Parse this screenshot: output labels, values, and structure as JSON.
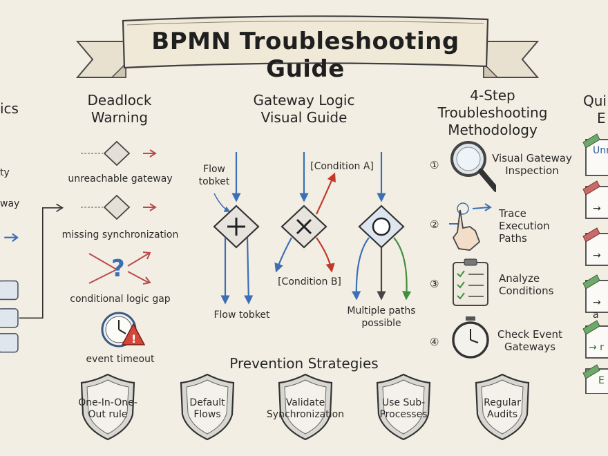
{
  "title": "BPMN Troubleshooting Guide",
  "left_section": {
    "heading_fragment": "ics",
    "fragments": [
      "ty",
      "way"
    ]
  },
  "deadlock": {
    "heading": [
      "Deadlock",
      "Warning"
    ],
    "items": [
      {
        "label": "unreachable gateway",
        "icon": "diamond-gateway-icon"
      },
      {
        "label": "missing synchronization",
        "icon": "diamond-gateway-icon"
      },
      {
        "label": "conditional logic gap",
        "icon": "question-mark-icon"
      },
      {
        "label": "event timeout",
        "icon": "clock-warning-icon"
      }
    ]
  },
  "gateway_guide": {
    "heading": [
      "Gateway Logic",
      "Visual Guide"
    ],
    "parallel": {
      "top_label": [
        "Flow",
        "tobket"
      ],
      "bottom_label": "Flow tobket",
      "symbol": "+"
    },
    "exclusive": {
      "condition_a": "[Condition A]",
      "condition_b": "[Condition B]",
      "symbol": "×"
    },
    "inclusive": {
      "bottom_label": [
        "Multiple paths",
        "possible"
      ]
    },
    "colors": {
      "blue": "#3b6fb6",
      "red": "#c0392b",
      "green": "#3f8f3f"
    }
  },
  "methodology": {
    "heading": [
      "4-Step",
      "Troubleshooting",
      "Methodology"
    ],
    "steps": [
      {
        "num": "①",
        "label": [
          "Visual Gateway",
          "Inspection"
        ],
        "icon": "magnifier-icon"
      },
      {
        "num": "②",
        "label": [
          "Trace",
          "Execution",
          "Paths"
        ],
        "icon": "pointing-hand-icon"
      },
      {
        "num": "③",
        "label": [
          "Analyze",
          "Conditions"
        ],
        "icon": "clipboard-checklist-icon"
      },
      {
        "num": "④",
        "label": [
          "Check Event",
          "Gateways"
        ],
        "icon": "stopwatch-icon"
      }
    ]
  },
  "quick_fixes": {
    "heading_fragment": [
      "Qui",
      "E"
    ],
    "cards": [
      {
        "text": "Unr",
        "tab_color": "#6fa86b"
      },
      {
        "text": "→",
        "tab_color": "#c86a6a"
      },
      {
        "text": "→",
        "tab_color": "#c86a6a"
      },
      {
        "text": "→ a",
        "tab_color": "#6fa86b"
      },
      {
        "text": "→ r",
        "tab_color": "#6fa86b"
      },
      {
        "text": "E",
        "tab_color": "#6fa86b"
      }
    ]
  },
  "prevention": {
    "heading": "Prevention Strategies",
    "shields": [
      {
        "label": [
          "One-In-One-",
          "Out rule"
        ]
      },
      {
        "label": [
          "Default",
          "Flows"
        ]
      },
      {
        "label": [
          "Validate",
          "Synchronization"
        ]
      },
      {
        "label": [
          "Use Sub-",
          "Processes"
        ]
      },
      {
        "label": [
          "Regular",
          "Audits"
        ]
      }
    ]
  }
}
